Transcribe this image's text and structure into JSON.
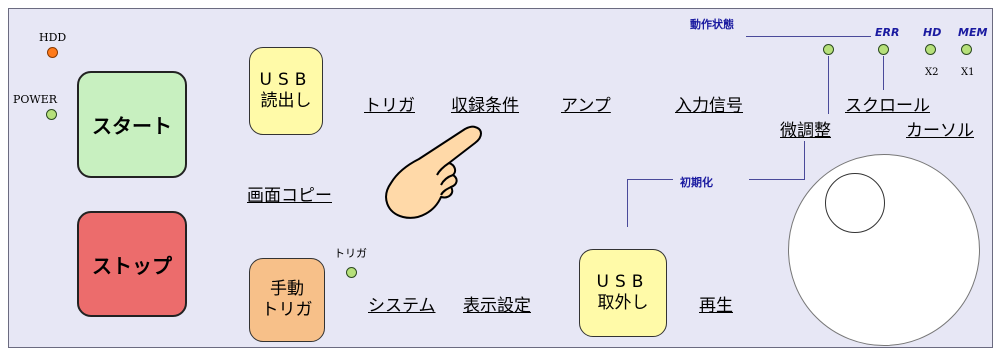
{
  "indicators": {
    "hdd_label": "HDD",
    "power_label": "POWER",
    "err_label": "ERR",
    "hd_label": "HD",
    "mem_label": "MEM",
    "x2_label": "X2",
    "x1_label": "X1",
    "trigger_led_label": "トリガ"
  },
  "buttons": {
    "start": "スタート",
    "stop": "ストップ",
    "usb_read_line1": "USB",
    "usb_read_line2": "読出し",
    "manual_trigger_line1": "手動",
    "manual_trigger_line2": "トリガ",
    "usb_eject_line1": "USB",
    "usb_eject_line2": "取外し"
  },
  "links": {
    "trigger": "トリガ",
    "recording": "収録条件",
    "amp": "アンプ",
    "input_signal": "入力信号",
    "scroll": "スクロール",
    "fine_adjust": "微調整",
    "cursor": "カーソル",
    "screen_copy": "画面コピー",
    "system": "システム",
    "display_settings": "表示設定",
    "playback": "再生"
  },
  "labels": {
    "operation_status": "動作状態",
    "initialize": "初期化"
  },
  "colors": {
    "panel": "#e7e7f5",
    "start_green": "#c8f0c0",
    "stop_red": "#ec6c6c",
    "usb_yellow": "#fffaa8",
    "manual_orange": "#f7c089",
    "label_blue": "#1a1aa0"
  }
}
